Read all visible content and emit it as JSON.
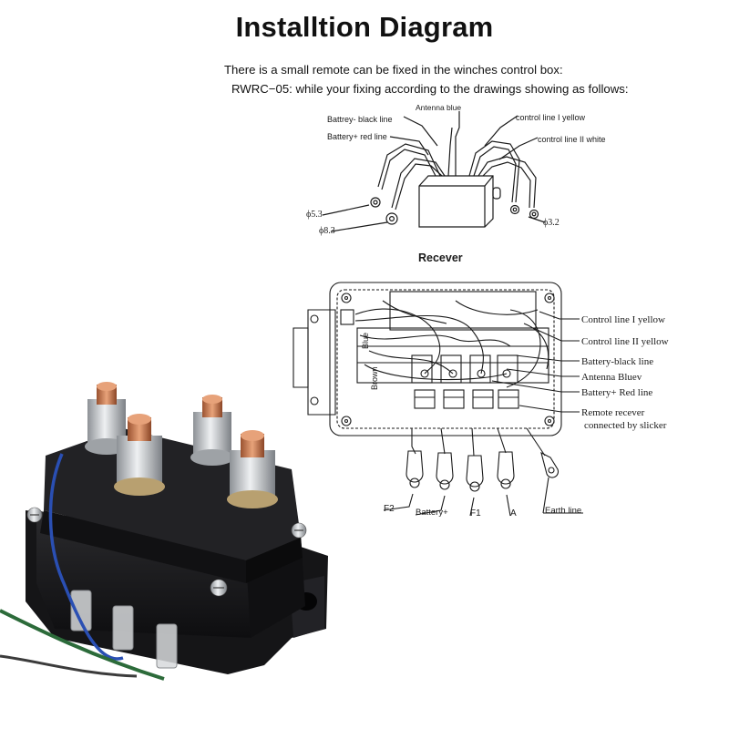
{
  "title": "Installtion Diagram",
  "intro": {
    "line1": "There is a small remote can be fixed in the winches control box:",
    "line2": "RWRC−05: while your fixing according to the drawings showing as follows:"
  },
  "remote": {
    "antenna": "Antenna blue",
    "battery_neg": "Battrey- black line",
    "battery_pos": "Battery+ red line",
    "control1": "control line I yellow",
    "control2": "control line II white",
    "dim_left_top": "ϕ5.3",
    "dim_left_bottom": "ϕ8.3",
    "dim_right": "ϕ3.2",
    "caption": "Recever"
  },
  "box": {
    "callouts": [
      "Control line I  yellow",
      "Control line II yellow",
      "Battery-black line",
      "Antenna Bluev",
      "Battery+  Red line",
      "Remote recever",
      "connected by slicker"
    ],
    "wire_blue": "Blue",
    "wire_brown": "Brown",
    "terminals": [
      "F2",
      "Battery+",
      "F1",
      "A",
      "Earth line"
    ]
  },
  "colors": {
    "ink": "#1a1a1a",
    "contactor_body": "#1d1d1f",
    "copper": "#c7774e",
    "steel": "#c9ccd0",
    "blue_wire": "#2a4fb3",
    "green_wire": "#2c6b3a"
  }
}
